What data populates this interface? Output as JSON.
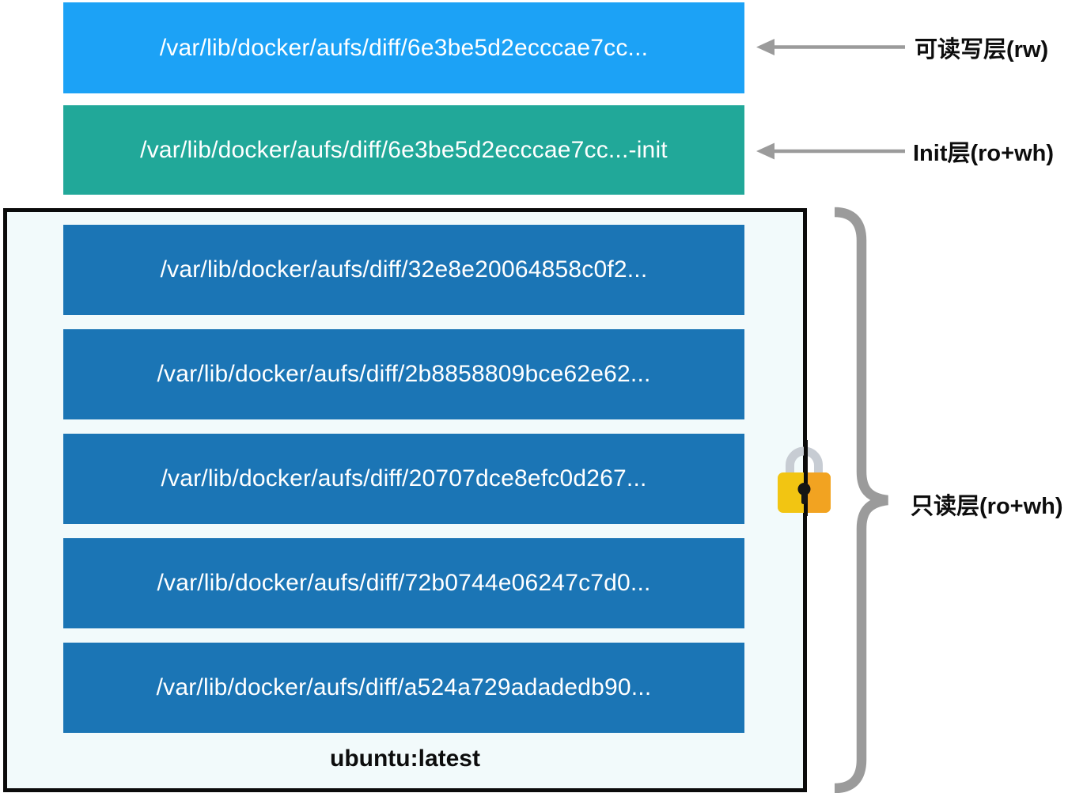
{
  "layers": {
    "writable": {
      "path": "/var/lib/docker/aufs/diff/6e3be5d2ecccae7cc..."
    },
    "init": {
      "path": "/var/lib/docker/aufs/diff/6e3be5d2ecccae7cc...-init"
    },
    "readonly": [
      "/var/lib/docker/aufs/diff/32e8e20064858c0f2...",
      "/var/lib/docker/aufs/diff/2b8858809bce62e62...",
      "/var/lib/docker/aufs/diff/20707dce8efc0d267...",
      "/var/lib/docker/aufs/diff/72b0744e06247c7d0...",
      "/var/lib/docker/aufs/diff/a524a729adadedb90..."
    ],
    "image_name": "ubuntu:latest"
  },
  "annotations": {
    "rw": "可读写层(rw)",
    "init": "Init层(ro+wh)",
    "ro": "只读层(ro+wh)"
  },
  "icons": {
    "lock": "lock-icon",
    "arrow_left": "arrow-left-icon",
    "brace": "curly-brace-icon"
  },
  "colors": {
    "writable_layer": "#1ca2f6",
    "init_layer": "#21a899",
    "readonly_layer": "#1b75b5",
    "box_background": "#f2fafb",
    "box_border": "#0b0b0b",
    "annotation_gray": "#9b9b9b",
    "lock_shackle": "#c7ccd3",
    "lock_yellow": "#f2c512",
    "lock_orange": "#f2a321"
  }
}
